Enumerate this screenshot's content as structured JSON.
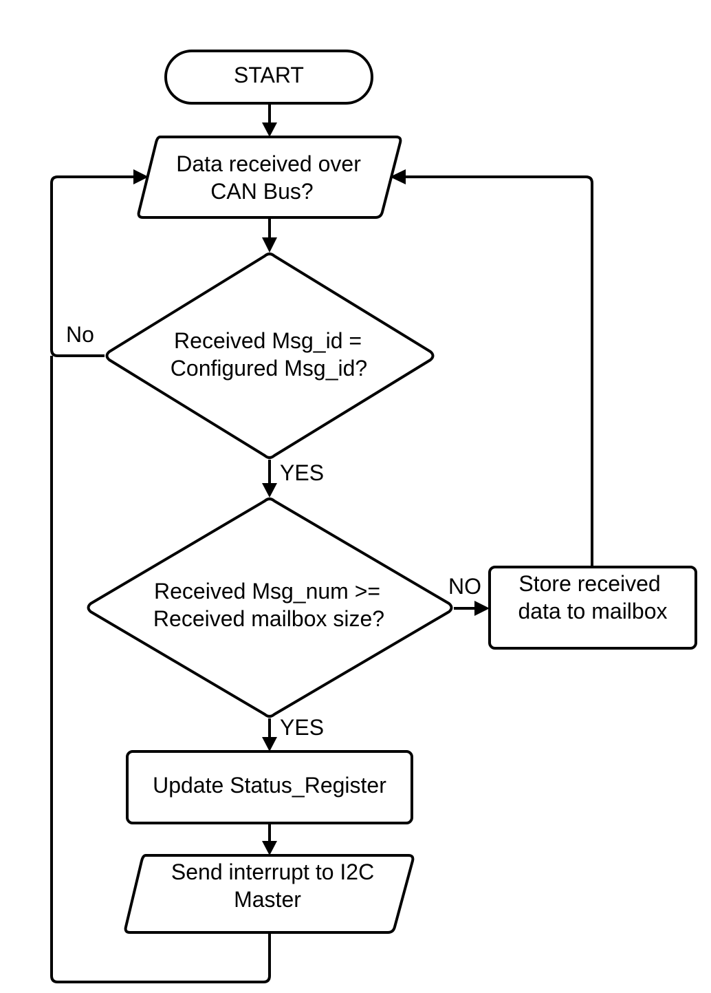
{
  "flowchart": {
    "nodes": {
      "start": {
        "lines": [
          "START"
        ]
      },
      "data_received": {
        "lines": [
          "Data received over",
          "CAN Bus?"
        ]
      },
      "msg_id_check": {
        "lines": [
          "Received Msg_id =",
          "Configured Msg_id?"
        ]
      },
      "msg_num_check": {
        "lines": [
          "Received Msg_num >=",
          "Received mailbox size?"
        ]
      },
      "store_data": {
        "lines": [
          "Store received",
          "data to mailbox"
        ]
      },
      "update_status": {
        "lines": [
          "Update Status_Register"
        ]
      },
      "send_interrupt": {
        "lines": [
          "Send interrupt to I2C",
          "Master"
        ]
      }
    },
    "edge_labels": {
      "msg_id_no": "No",
      "msg_id_yes": "YES",
      "msg_num_no": "NO",
      "msg_num_yes": "YES"
    }
  }
}
